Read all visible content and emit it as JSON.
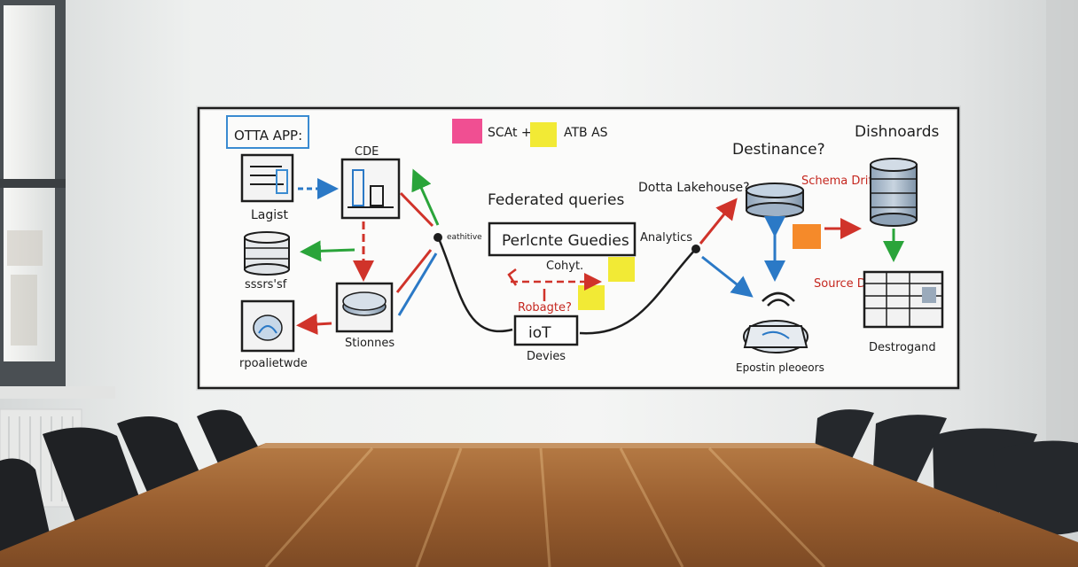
{
  "whiteboard": {
    "app_box": "OTTA APP:",
    "top_notes": [
      "SCAt +",
      "ATB AS"
    ],
    "code_label": "CDE",
    "logs_label": "Lagist",
    "store_label": "sssrs'sf",
    "monitor_label": "rpoalietwde",
    "storage_label": "Stionnes",
    "federated_title": "Federated queries",
    "federated_box": "Perlcnte Guedies",
    "federated_side": "Analytics",
    "node_label": "eathitive",
    "cohort_label": "Cohyt.",
    "robust_label": "Robagte?",
    "iot_box": "ioT",
    "iot_label": "Devies",
    "lakehouse_title": "Dotta Lakehouse?",
    "destination_title": "Destinance?",
    "schema_drift": "Schema Drift.",
    "source_label": "Source Ditchnaes",
    "dashboards_title": "Dishnoards",
    "dashboard_label": "Destrogand",
    "ingest_label": "Epostin pleoeors"
  },
  "colors": {
    "marker_black": "#1d1d1d",
    "marker_red": "#d0332a",
    "marker_green": "#2aa43a",
    "marker_blue": "#2b79c6",
    "sticky_pink": "#f04f92",
    "sticky_yellow": "#f2ea35",
    "sticky_orange": "#f58a2a",
    "box_outline": "#3a8bd1"
  }
}
